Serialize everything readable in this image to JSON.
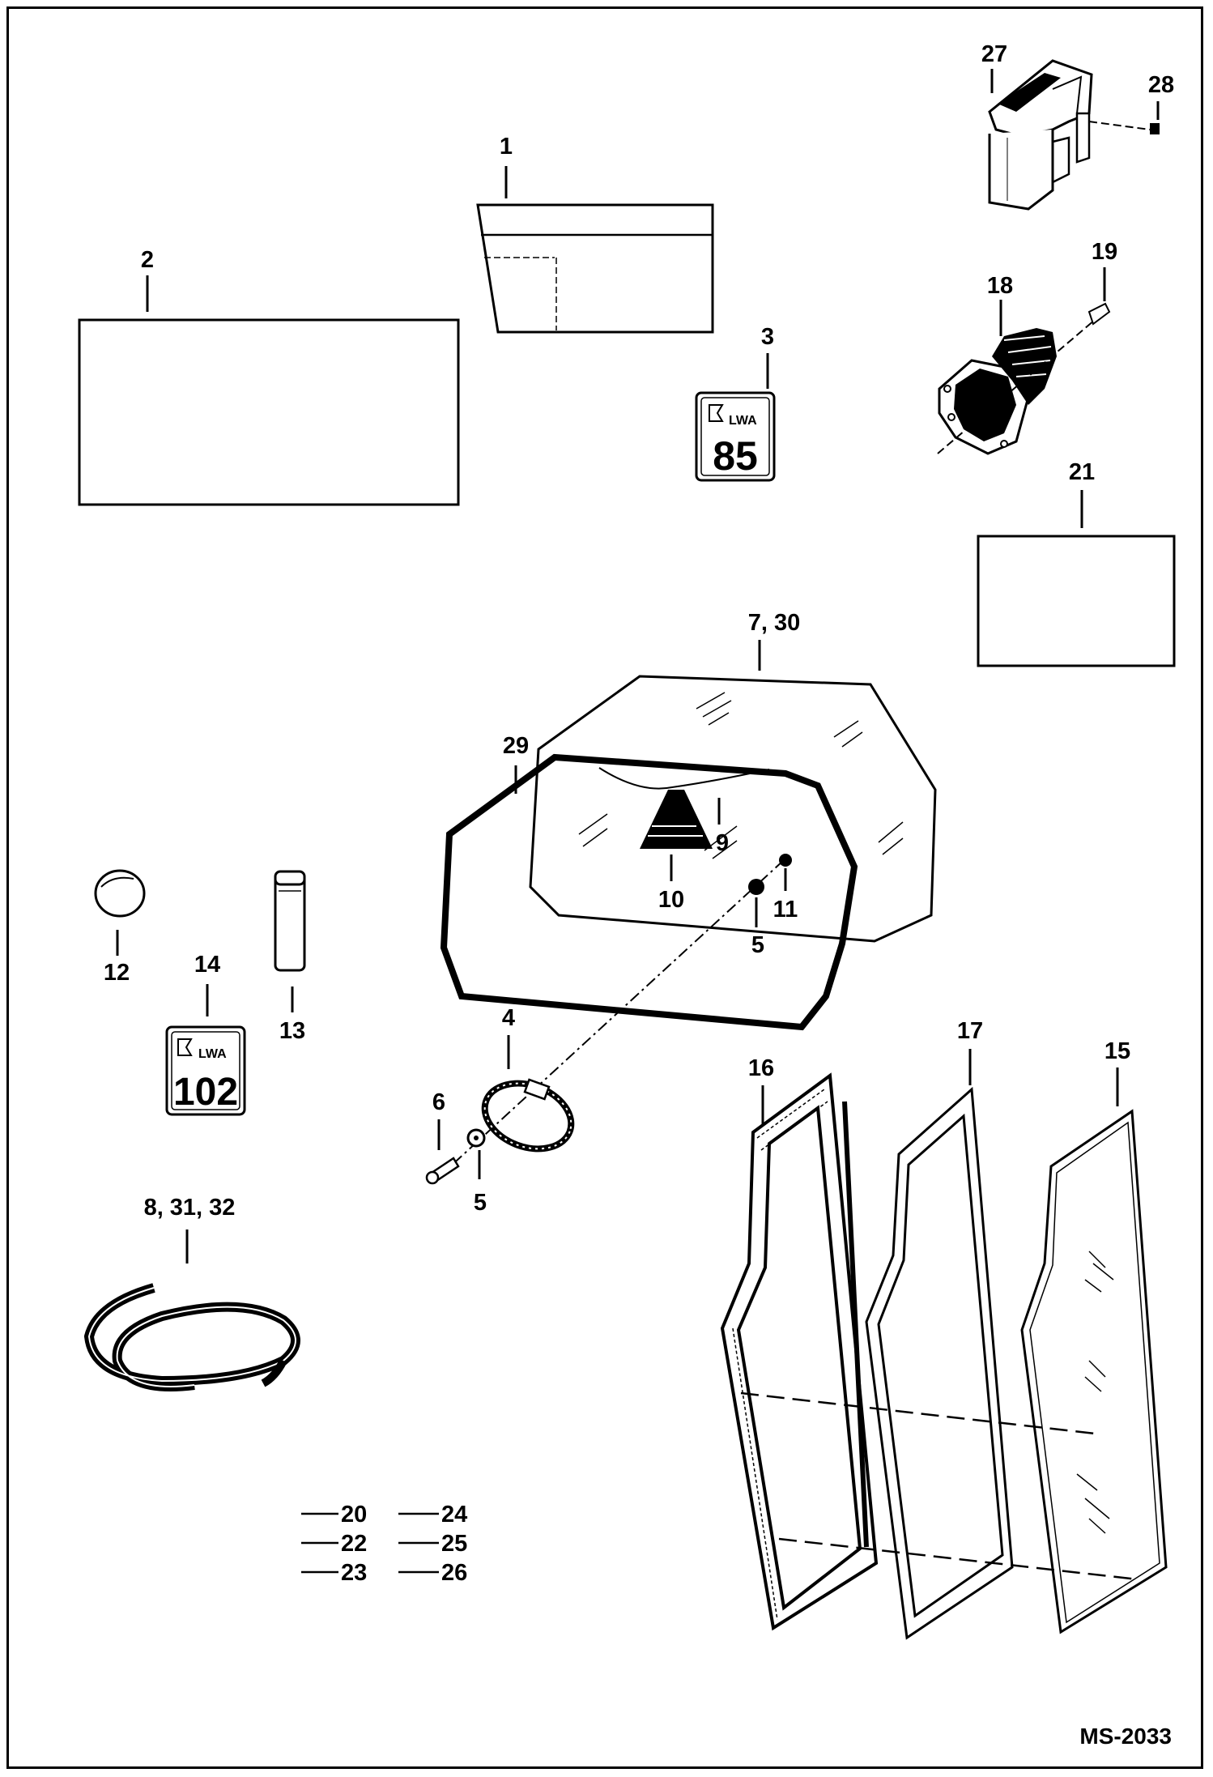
{
  "callouts": {
    "c1": "1",
    "c2": "2",
    "c3": "3",
    "c4": "4",
    "c5a": "5",
    "c5b": "5",
    "c6": "6",
    "c7_30": "7, 30",
    "c8_31_32": "8, 31, 32",
    "c9": "9",
    "c10": "10",
    "c11": "11",
    "c12": "12",
    "c13": "13",
    "c14": "14",
    "c15": "15",
    "c16": "16",
    "c17": "17",
    "c18": "18",
    "c19": "19",
    "c21": "21",
    "c27": "27",
    "c28": "28",
    "c29": "29"
  },
  "decals": {
    "noise_85": {
      "unit": "LWA",
      "value": "85"
    },
    "noise_102": {
      "unit": "LWA",
      "value": "102"
    }
  },
  "unillustrated_items": [
    "20",
    "22",
    "23",
    "24",
    "25",
    "26"
  ],
  "figure_ref": "MS-2033"
}
